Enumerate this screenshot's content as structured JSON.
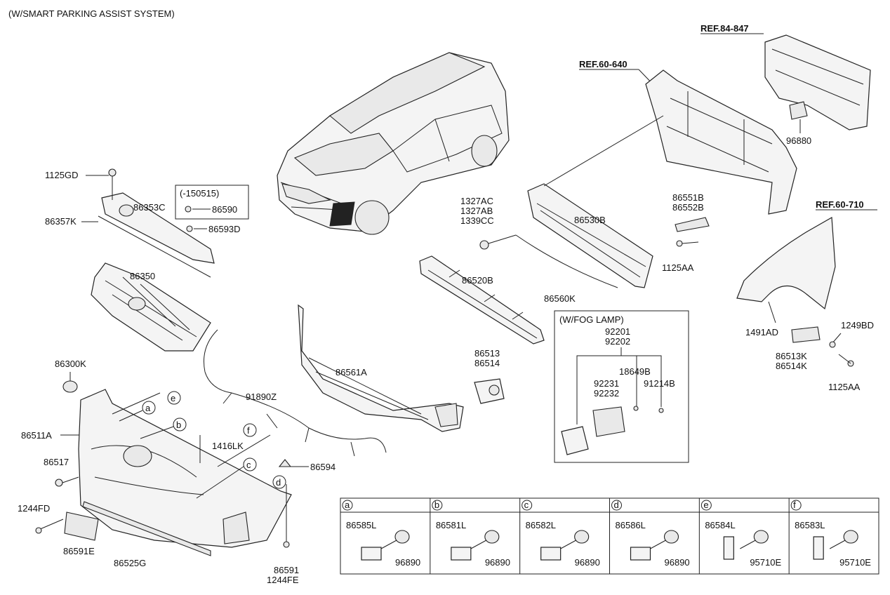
{
  "header": {
    "note": "(W/SMART PARKING ASSIST SYSTEM)"
  },
  "refs": {
    "r1": "REF.84-847",
    "r2": "REF.60-640",
    "r3": "REF.60-710"
  },
  "labels": {
    "p1125GD": "1125GD",
    "date": "(-150515)",
    "p86590": "86590",
    "p86353C": "86353C",
    "p86357K": "86357K",
    "p86593D": "86593D",
    "p86350": "86350",
    "p86300K": "86300K",
    "p86511A": "86511A",
    "p86517": "86517",
    "p1244FD": "1244FD",
    "p86591E": "86591E",
    "p86525G": "86525G",
    "p1416LK": "1416LK",
    "p86594": "86594",
    "p86591": "86591",
    "p1244FE": "1244FE",
    "p91890Z": "91890Z",
    "p86561A": "86561A",
    "p86513": "86513",
    "p86514": "86514",
    "p86520B": "86520B",
    "p1327AC": "1327AC",
    "p1327AB": "1327AB",
    "p1339CC": "1339CC",
    "p86530B": "86530B",
    "p86560K": "86560K",
    "p86551B": "86551B",
    "p86552B": "86552B",
    "p1125AA": "1125AA",
    "p96880": "96880",
    "p1491AD": "1491AD",
    "p1249BD": "1249BD",
    "p86513K": "86513K",
    "p86514K": "86514K",
    "p1125AA2": "1125AA"
  },
  "fog": {
    "title": "(W/FOG LAMP)",
    "p92201": "92201",
    "p92202": "92202",
    "p18649B": "18649B",
    "p92231": "92231",
    "p92232": "92232",
    "p91214B": "91214B"
  },
  "callouts": {
    "a": "a",
    "b": "b",
    "c": "c",
    "d": "d",
    "e": "e",
    "f": "f"
  },
  "table": [
    {
      "letter": "a",
      "bracket": "86585L",
      "sensor": "96890"
    },
    {
      "letter": "b",
      "bracket": "86581L",
      "sensor": "96890"
    },
    {
      "letter": "c",
      "bracket": "86582L",
      "sensor": "96890"
    },
    {
      "letter": "d",
      "bracket": "86586L",
      "sensor": "96890"
    },
    {
      "letter": "e",
      "bracket": "86584L",
      "sensor": "95710E"
    },
    {
      "letter": "f",
      "bracket": "86583L",
      "sensor": "95710E"
    }
  ]
}
